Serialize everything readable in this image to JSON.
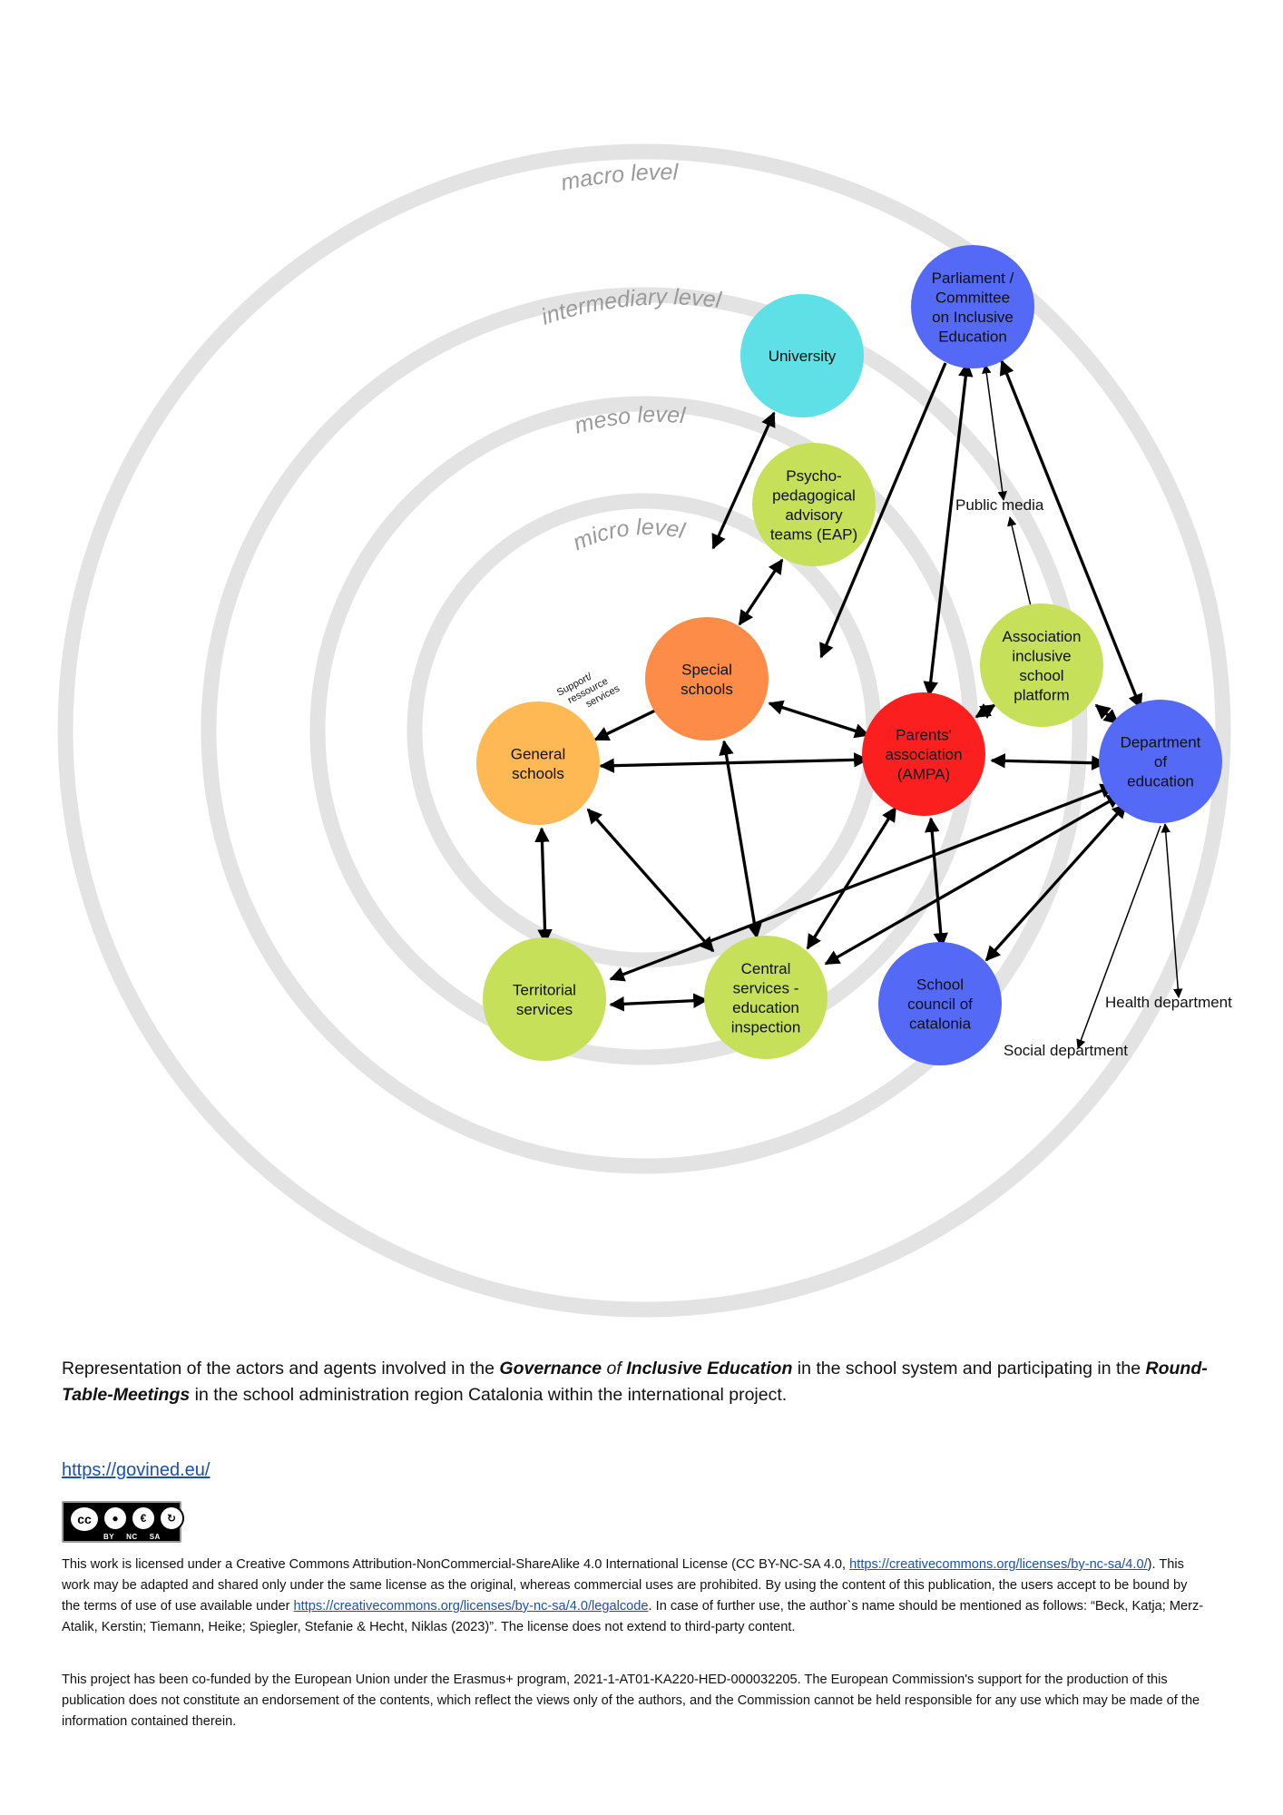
{
  "diagram": {
    "levels": [
      {
        "id": "macro",
        "label": "macro level"
      },
      {
        "id": "intermediary",
        "label": "intermediary level"
      },
      {
        "id": "meso",
        "label": "meso level"
      },
      {
        "id": "micro",
        "label": "micro level"
      }
    ],
    "nodes": [
      {
        "id": "university",
        "lines": [
          "University"
        ],
        "color": "#5ee0e6"
      },
      {
        "id": "parliament",
        "lines": [
          "Parliament /",
          "Committee",
          "on Inclusive",
          "Education"
        ],
        "color": "#5469f5"
      },
      {
        "id": "eap",
        "lines": [
          "Psycho-",
          "pedagogical",
          "advisory",
          "teams (EAP)"
        ],
        "color": "#c6e05a"
      },
      {
        "id": "special_schools",
        "lines": [
          "Special",
          "schools"
        ],
        "color": "#fc8c48"
      },
      {
        "id": "assoc_platform",
        "lines": [
          "Association",
          "inclusive",
          "school",
          "platform"
        ],
        "color": "#c6e05a"
      },
      {
        "id": "general_schools",
        "lines": [
          "General",
          "schools"
        ],
        "color": "#feb955"
      },
      {
        "id": "ampa",
        "lines": [
          "Parents'",
          "association",
          "(AMPA)"
        ],
        "color": "#fc1f1f"
      },
      {
        "id": "dept_education",
        "lines": [
          "Department",
          "of",
          "education"
        ],
        "color": "#5469f5"
      },
      {
        "id": "territorial",
        "lines": [
          "Territorial",
          "services"
        ],
        "color": "#c6e05a"
      },
      {
        "id": "central",
        "lines": [
          "Central",
          "services -",
          "education",
          "inspection"
        ],
        "color": "#c6e05a"
      },
      {
        "id": "school_council",
        "lines": [
          "School",
          "council of",
          "catalonia"
        ],
        "color": "#5469f5"
      }
    ],
    "external_labels": {
      "public_media": "Public media",
      "health_department": "Health department",
      "social_department": "Social department",
      "support_services": [
        "Support/",
        "ressource",
        "services"
      ]
    }
  },
  "caption": {
    "part1": "Representation of the actors and agents involved in the ",
    "emph1a": "Governance",
    "emph1b": " of ",
    "emph1c": "Inclusive Education",
    "part2": " in the school system and participating in the ",
    "emph2": "Round-Table-Meetings",
    "part3": " in the school administration region Catalonia within the international project."
  },
  "weblink": "https://govined.eu/",
  "cc_badge": {
    "tags": [
      "BY",
      "NC",
      "SA"
    ]
  },
  "license": {
    "t1": "This work is licensed under a Creative Commons Attribution-NonCommercial-ShareAlike 4.0 International License (CC BY-NC-SA 4.0, ",
    "link1": "https://creativecommons.org/licenses/by-nc-sa/4.0/",
    "t2": "). This work may be adapted and shared only under the same license as the original, whereas commercial uses are prohibited. By using the content of this publication, the users accept to be bound by the terms of use of use available under ",
    "link2": "https://creativecommons.org/licenses/by-nc-sa/4.0/legalcode",
    "t3": ". In case of further use, the author`s name should be mentioned as follows: “Beck, Katja; Merz-Atalik, Kerstin; Tiemann, Heike; Spiegler, Stefanie & Hecht, Niklas (2023)”. The license does not extend to third-party content."
  },
  "funding": "This project has been co-funded by the European Union under the Erasmus+ program, 2021-1-AT01-KA220-HED-000032205. The European Commission's support for the production of this publication does not constitute an endorsement of the contents, which reflect the views only of the authors, and the Commission cannot be held responsible for any use which may be made of the information contained therein."
}
